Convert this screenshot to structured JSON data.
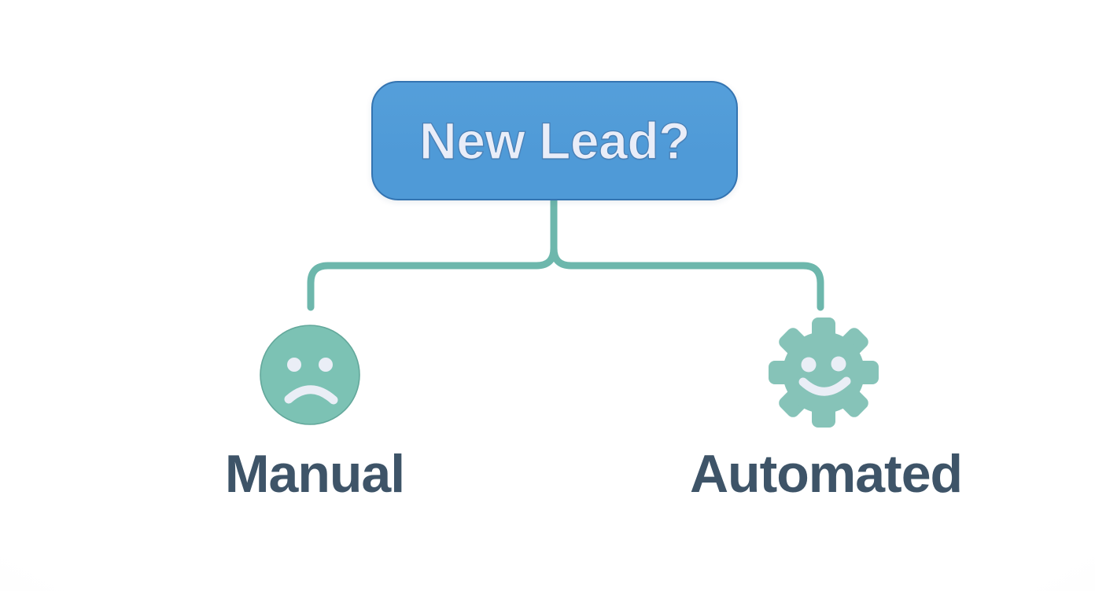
{
  "diagram": {
    "decision": {
      "label": "New Lead?"
    },
    "branches": [
      {
        "label": "Manual",
        "icon": "sad-face-icon"
      },
      {
        "label": "Automated",
        "icon": "gear-smiley-icon"
      }
    ],
    "colors": {
      "decision_fill": "#4f9ad7",
      "decision_border": "#3474b1",
      "decision_text": "#e9edf8",
      "decision_text_outline": "#4a80b6",
      "connector": "#6db7ac",
      "face_fill": "#7cc2b4",
      "face_outline": "#63a89b",
      "gear_fill": "#86c3b8",
      "icon_detail": "#eaeef6",
      "label_text": "#3e5468"
    }
  }
}
